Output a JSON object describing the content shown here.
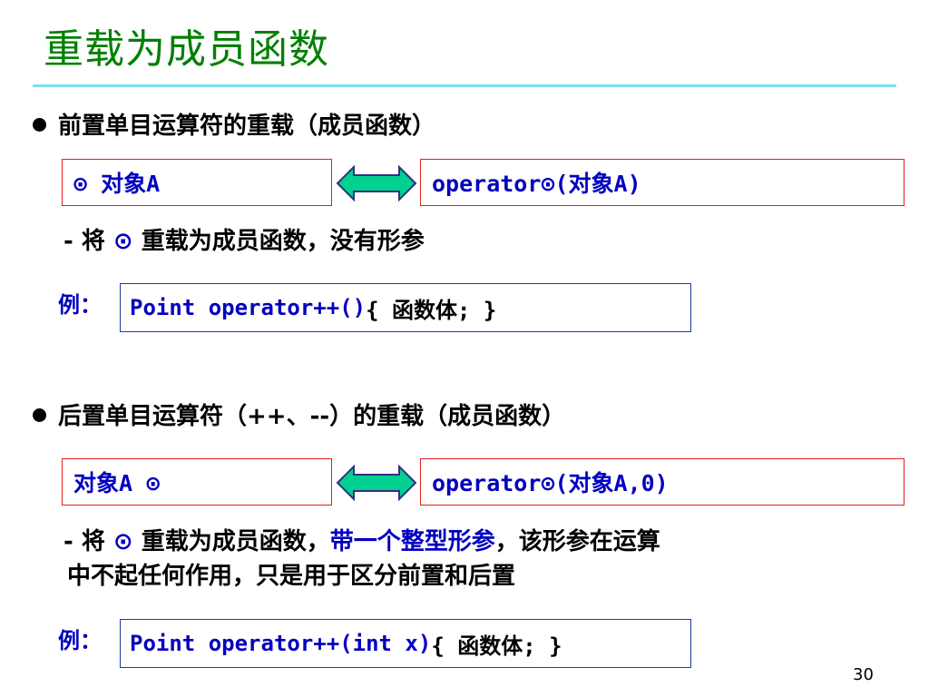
{
  "slide": {
    "title": "重载为成员函数",
    "page_number": "30",
    "accent_color": "#008000",
    "rule_color": "#7fe0f0",
    "arrow_color": "#00d090"
  },
  "prefix": {
    "heading": "前置单目运算符的重载（成员函数）",
    "left_box": "⊙ 对象A",
    "right_box": "operator⊙(对象A)",
    "desc_prefix": "- 将 ",
    "desc_symbol": "⊙",
    "desc_suffix": " 重载为成员函数，没有形参",
    "example_label": "例：",
    "example_code": "Point operator++()",
    "example_body": " { 函数体; }"
  },
  "postfix": {
    "heading": "后置单目运算符（++、--）的重载（成员函数）",
    "left_box": "对象A ⊙",
    "right_box": "operator⊙(对象A,0)",
    "desc_prefix": "- 将 ",
    "desc_symbol": "⊙",
    "desc_middle": " 重载为成员函数，",
    "desc_highlight": "带一个整型形参",
    "desc_suffix": "，该形参在运算",
    "desc_line2": "中不起任何作用，只是用于区分前置和后置",
    "example_label": "例：",
    "example_code": "Point operator++(int x)",
    "example_body": " { 函数体; }"
  }
}
